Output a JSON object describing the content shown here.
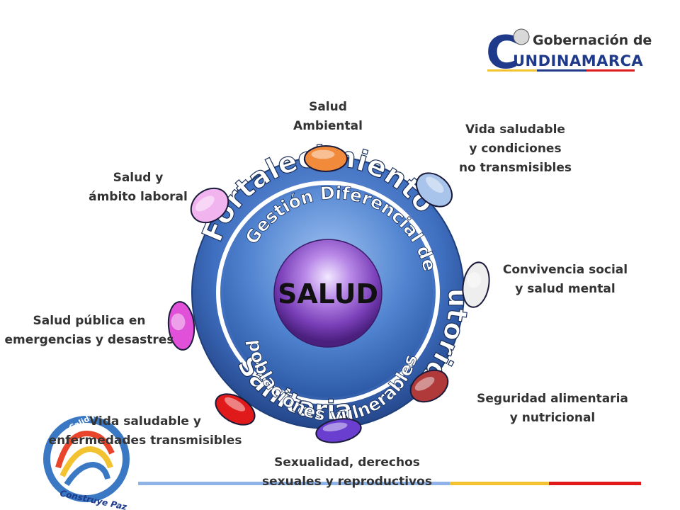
{
  "center": {
    "label": "SALUD"
  },
  "rings": {
    "outer_top": "Fortalecimiento",
    "outer_right": "autoridad",
    "outer_bottom": "Sanitaria",
    "inner_top": "Gestión Diferencial de",
    "inner_bottom": "poblaciones vulnerables"
  },
  "dimensions": [
    {
      "lines": [
        "Salud",
        "Ambiental"
      ],
      "color": "#f28a3c"
    },
    {
      "lines": [
        "Vida saludable",
        "y condiciones",
        "no transmisibles"
      ],
      "color": "#a9c4ea"
    },
    {
      "lines": [
        "Convivencia social",
        "y salud mental"
      ],
      "color": "#eeeeee"
    },
    {
      "lines": [
        "Seguridad alimentaria",
        "y nutricional"
      ],
      "color": "#b03a3a"
    },
    {
      "lines": [
        "Sexualidad, derechos",
        "sexuales y reproductivos"
      ],
      "color": "#6a3fd0"
    },
    {
      "lines": [
        "Vida saludable y",
        "enfermedades transmisibles"
      ],
      "color": "#e01a1a"
    },
    {
      "lines": [
        "Salud pública en",
        "emergencias y desastres"
      ],
      "color": "#e050d8"
    },
    {
      "lines": [
        "Salud y",
        "ámbito laboral"
      ],
      "color": "#f2b4ee"
    }
  ],
  "logo_gobernacion": {
    "line1": "Gobernación de",
    "line2": "UNDINAMARCA",
    "initial": "C"
  },
  "logo_calidad": {
    "top_text": "Calidad de Vida",
    "bottom_text": "Construye Paz"
  },
  "colors": {
    "ring_outer": "#3a68b8",
    "ring_inner": "#5d8fd6",
    "center": "#7a3fb8",
    "connector": "#f0a060"
  }
}
